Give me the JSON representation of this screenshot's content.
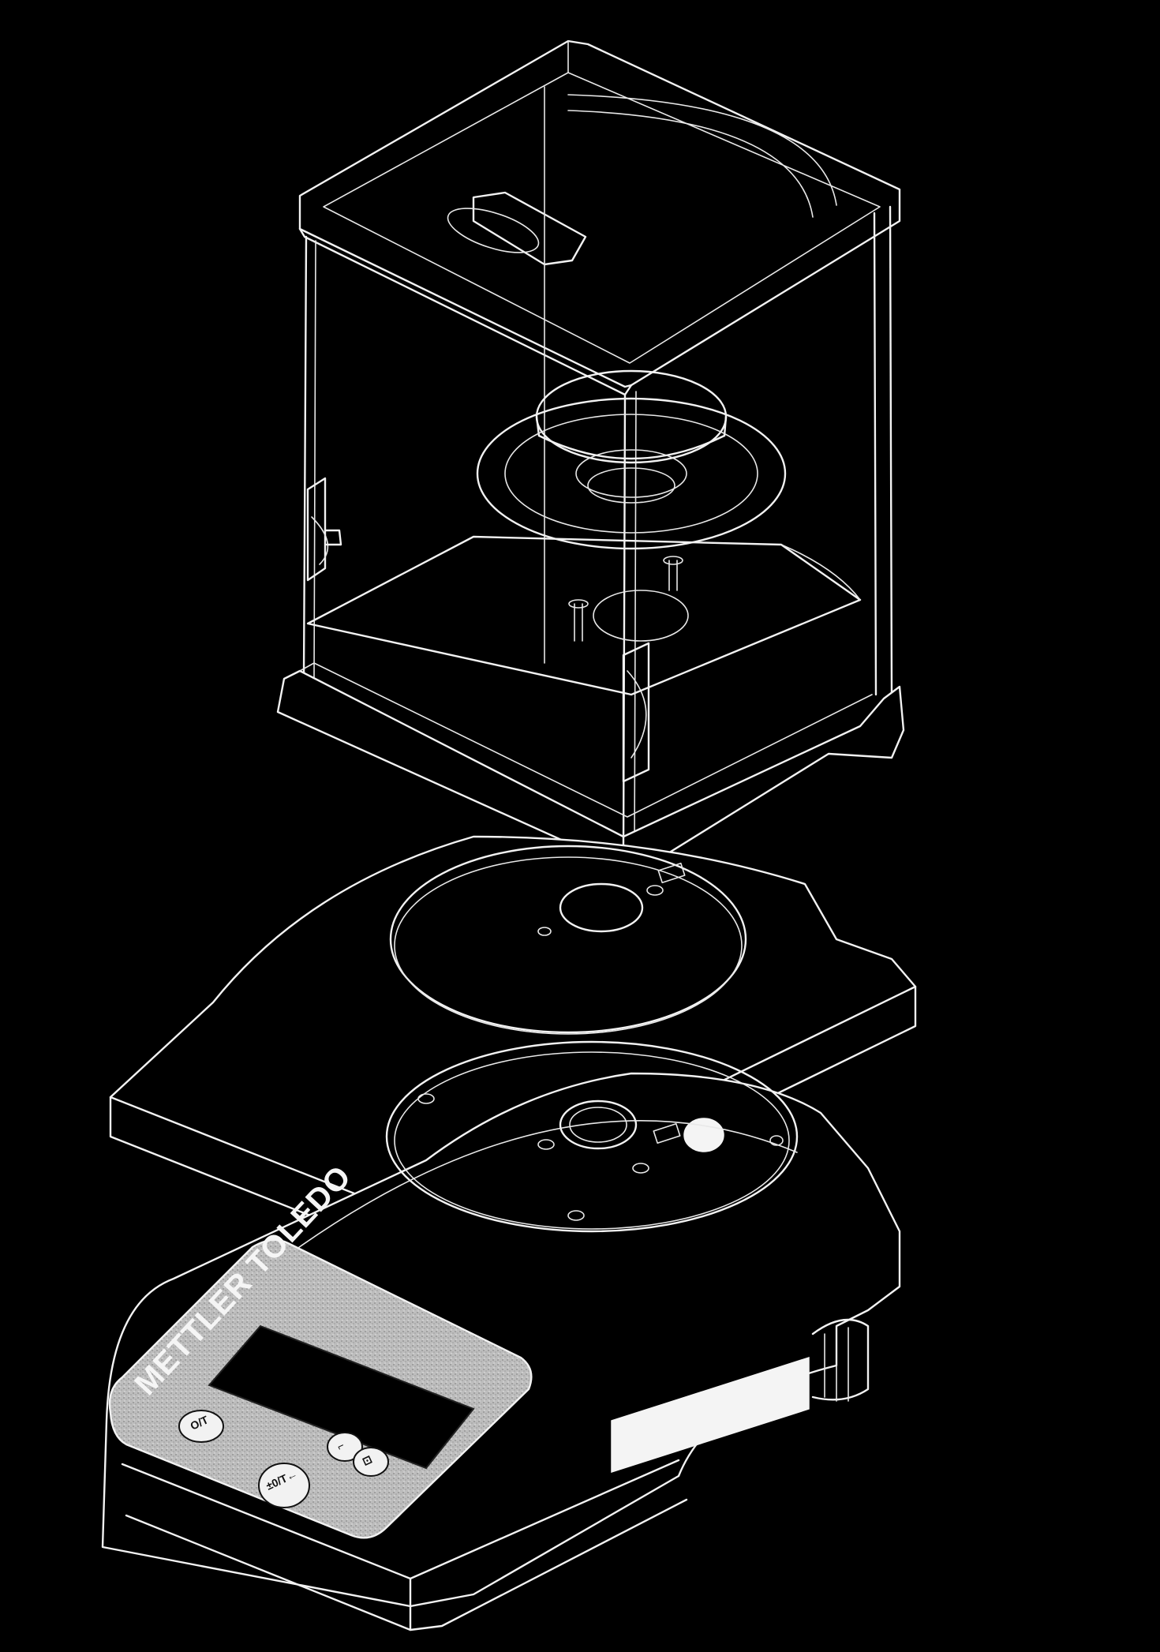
{
  "brand": {
    "name": "METTLER TOLEDO"
  },
  "keypad": {
    "key_1": "O/T",
    "key_2": "±0/T←",
    "key_3": "⌐",
    "key_4": "⊡"
  },
  "colors": {
    "background": "#000000",
    "line": "#f2f2f2",
    "display_panel": "#c8c8c8"
  },
  "icons": [
    "draft-shield-icon",
    "weighing-pan-icon",
    "balance-base-icon",
    "display-terminal-icon"
  ]
}
